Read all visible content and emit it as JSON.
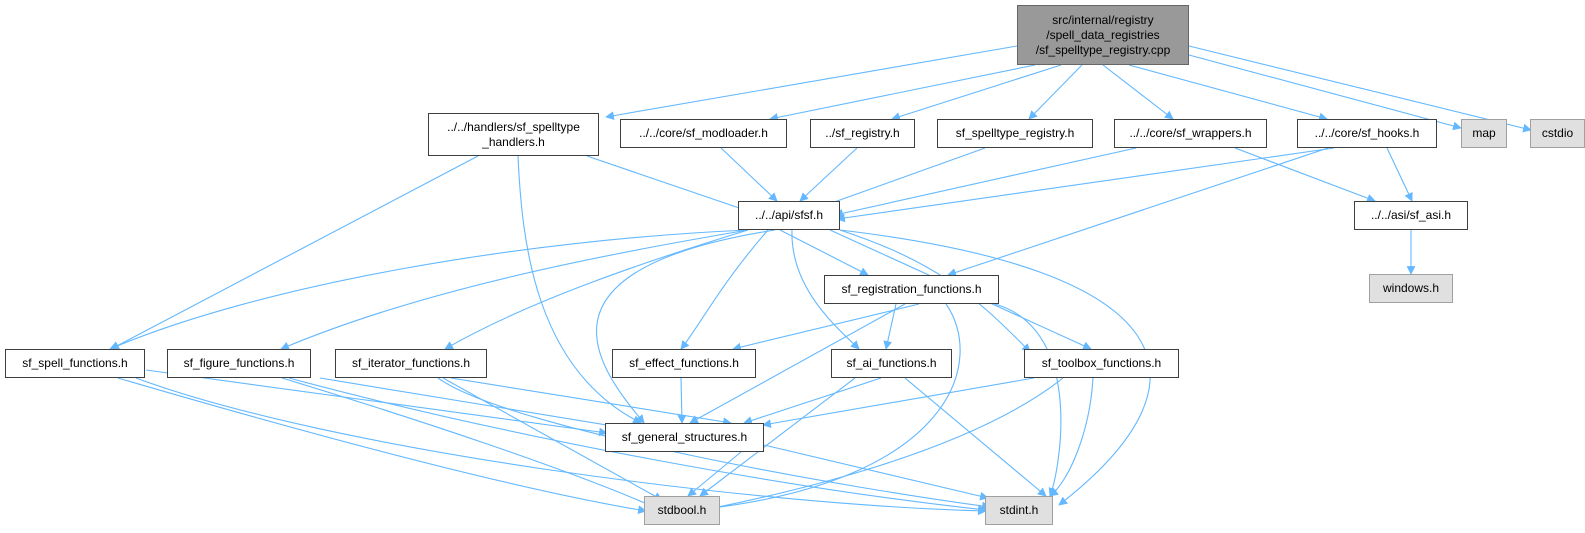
{
  "colors": {
    "edge": "#63b8ff",
    "root_fill": "#999999",
    "system_fill": "#e0e0e0",
    "node_border": "#3f3f3f"
  },
  "nodes": {
    "root": "src/internal/registry\n/spell_data_registries\n/sf_spelltype_registry.cpp",
    "handlers": "../../handlers/sf_spelltype\n_handlers.h",
    "modloader": "../../core/sf_modloader.h",
    "registry": "../sf_registry.h",
    "spelltype_registry": "sf_spelltype_registry.h",
    "wrappers": "../../core/sf_wrappers.h",
    "hooks": "../../core/sf_hooks.h",
    "map": "map",
    "cstdio": "cstdio",
    "sfsf": "../../api/sfsf.h",
    "asi": "../../asi/sf_asi.h",
    "windows": "windows.h",
    "registration": "sf_registration_functions.h",
    "spell_functions": "sf_spell_functions.h",
    "figure_functions": "sf_figure_functions.h",
    "iterator_functions": "sf_iterator_functions.h",
    "effect_functions": "sf_effect_functions.h",
    "ai_functions": "sf_ai_functions.h",
    "toolbox_functions": "sf_toolbox_functions.h",
    "general_structures": "sf_general_structures.h",
    "stdbool": "stdbool.h",
    "stdint": "stdint.h"
  }
}
